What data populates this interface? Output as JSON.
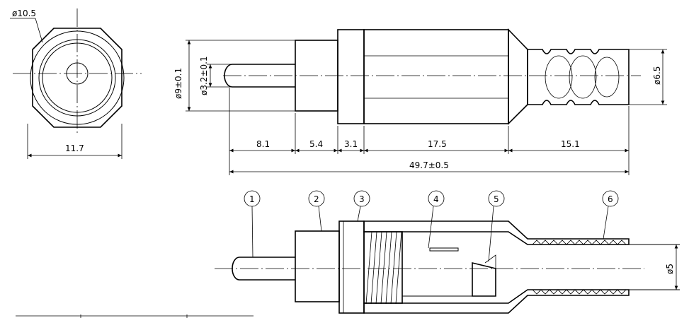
{
  "end_view": {
    "diameter_label": "ø10.5",
    "width_label": "11.7"
  },
  "side_view": {
    "outer_diameter_label": "ø9±0.1",
    "pin_diameter_label": "ø3.2±0.1",
    "tail_diameter_label": "ø6.5",
    "segment_labels": [
      "8.1",
      "5.4",
      "3.1",
      "17.5",
      "15.1"
    ],
    "overall_length_label": "49.7±0.5"
  },
  "section_view": {
    "part_callouts": [
      "1",
      "2",
      "3",
      "4",
      "5",
      "6"
    ],
    "cable_diameter_label": "ø5"
  }
}
